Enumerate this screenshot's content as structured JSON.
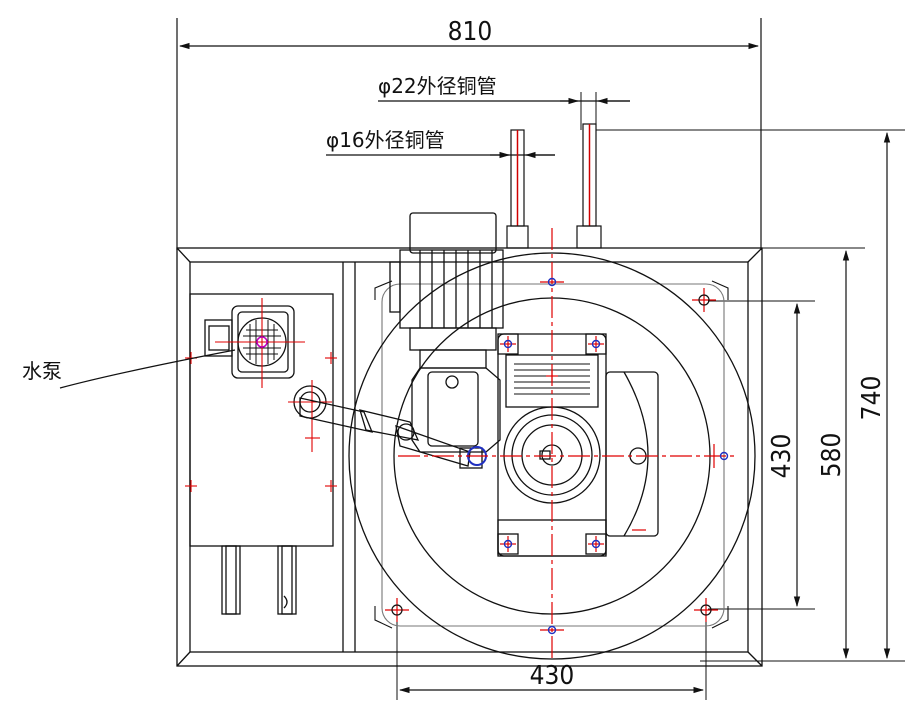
{
  "dimensions": {
    "overall_width": "810",
    "overall_height": "740",
    "frame_height": "580",
    "bolt_spacing_vertical": "430",
    "bolt_spacing_horizontal": "430"
  },
  "labels": {
    "pipe_22": "φ22外径铜管",
    "pipe_16": "φ16外径铜管",
    "water_pump": "水泵"
  },
  "colors": {
    "line": "#1a1a1a",
    "centerline": "#e00000",
    "pipe": "#d00000",
    "bolt": "#2030c0",
    "accent": "#c000c0"
  }
}
